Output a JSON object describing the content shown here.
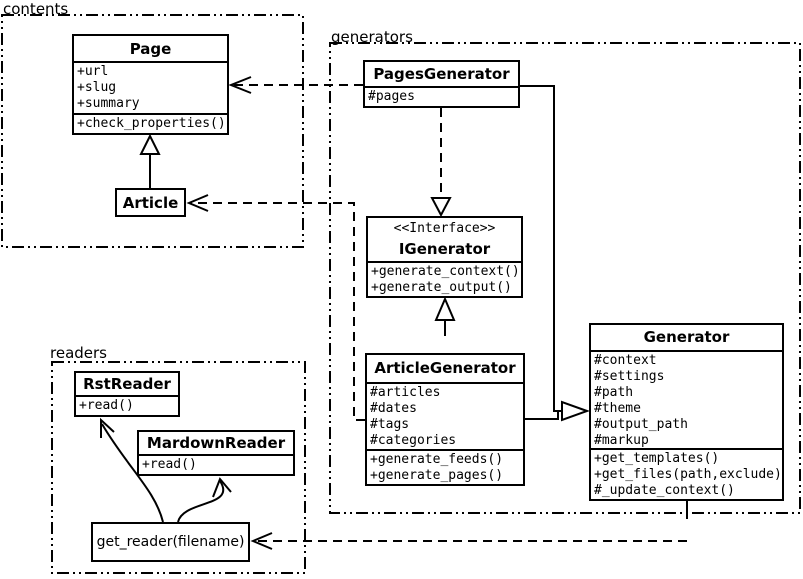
{
  "diagram_title": "UML class diagram",
  "colors": {
    "line": "#000000",
    "background": "#ffffff",
    "box_fill": "#ffffff"
  },
  "packages": {
    "contents": {
      "label": "contents"
    },
    "generators": {
      "label": "generators"
    },
    "readers": {
      "label": "readers"
    }
  },
  "classes": {
    "page": {
      "title": "Page",
      "attributes": [
        "+url",
        "+slug",
        "+summary"
      ],
      "methods": [
        "+check_properties()"
      ]
    },
    "article": {
      "title": "Article"
    },
    "pages_generator": {
      "title": "PagesGenerator",
      "attributes": [
        "#pages"
      ]
    },
    "igenerator": {
      "stereotype": "<<Interface>>",
      "title": "IGenerator",
      "methods": [
        "+generate_context()",
        "+generate_output()"
      ]
    },
    "article_generator": {
      "title": "ArticleGenerator",
      "attributes": [
        "#articles",
        "#dates",
        "#tags",
        "#categories"
      ],
      "methods": [
        "+generate_feeds()",
        "+generate_pages()"
      ]
    },
    "generator": {
      "title": "Generator",
      "attributes": [
        "#context",
        "#settings",
        "#path",
        "#theme",
        "#output_path",
        "#markup"
      ],
      "methods": [
        "+get_templates()",
        "+get_files(path,exclude)",
        "#_update_context()"
      ]
    },
    "rst_reader": {
      "title": "RstReader",
      "methods": [
        "+read()"
      ]
    },
    "mardown_reader": {
      "title": "MardownReader",
      "methods": [
        "+read()"
      ]
    },
    "get_reader": {
      "label": "get_reader(filename)"
    }
  },
  "relationships": [
    {
      "type": "inheritance",
      "from": "Article",
      "to": "Page"
    },
    {
      "type": "dependency",
      "from": "PagesGenerator",
      "to": "Page"
    },
    {
      "type": "dependency",
      "from": "ArticleGenerator",
      "to": "Article"
    },
    {
      "type": "realization",
      "from": "PagesGenerator",
      "to": "IGenerator"
    },
    {
      "type": "inheritance",
      "from": "ArticleGenerator",
      "to": "IGenerator"
    },
    {
      "type": "inheritance",
      "from": "PagesGenerator",
      "to": "Generator"
    },
    {
      "type": "inheritance",
      "from": "ArticleGenerator",
      "to": "Generator"
    },
    {
      "type": "dependency",
      "from": "Generator",
      "to": "get_reader(filename)"
    },
    {
      "type": "call",
      "from": "get_reader(filename)",
      "to": "RstReader"
    },
    {
      "type": "call",
      "from": "get_reader(filename)",
      "to": "MardownReader"
    }
  ]
}
